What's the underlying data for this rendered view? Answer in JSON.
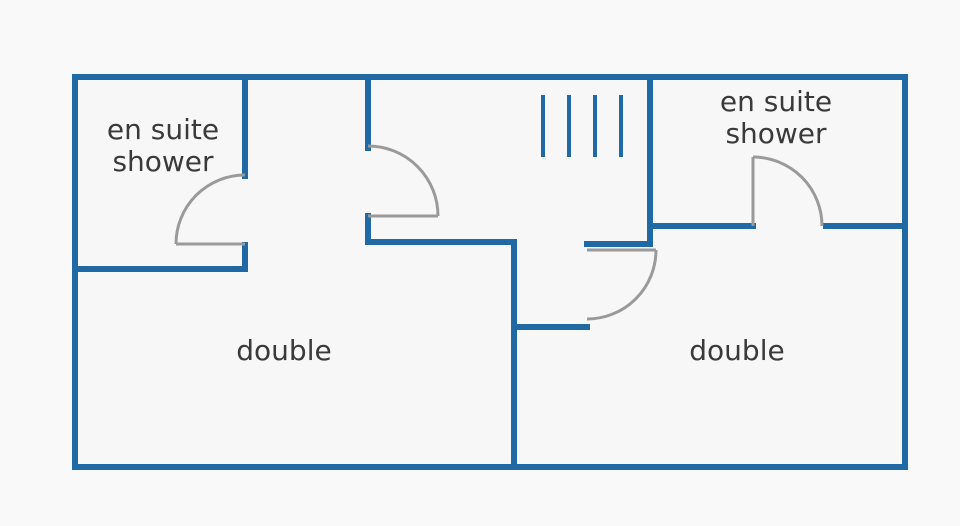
{
  "floor_plan": {
    "rooms": {
      "ensuite_left": {
        "line1": "en suite",
        "line2": "shower"
      },
      "ensuite_right": {
        "line1": "en suite",
        "line2": "shower"
      },
      "double_left": {
        "label": "double"
      },
      "double_right": {
        "label": "double"
      }
    },
    "stairs_steps": 4,
    "colors": {
      "wall": "#1f6aa5",
      "door": "#9a9a9a",
      "floor": "#f7f7f7",
      "background": "#f9f9f9",
      "text": "#3a3a3a"
    }
  }
}
